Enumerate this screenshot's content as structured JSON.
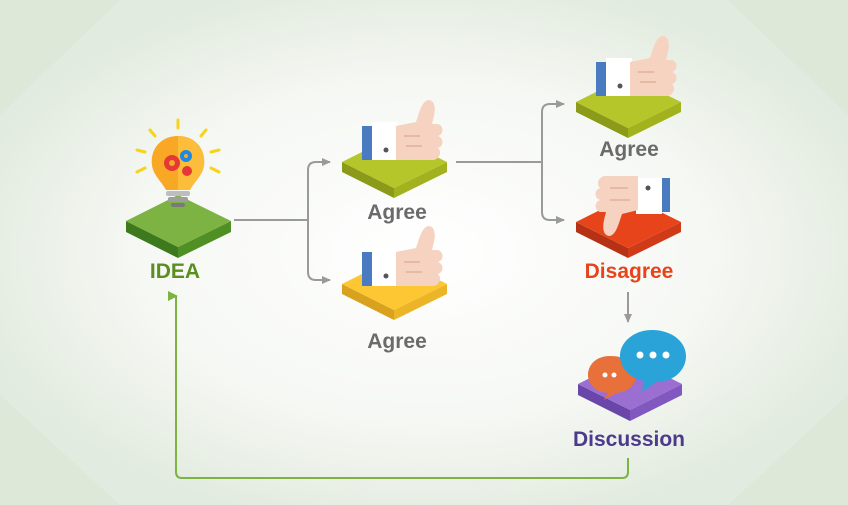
{
  "nodes": {
    "idea": {
      "label": "IDEA",
      "color": "#5a8f1f",
      "tile": "#7cb342"
    },
    "agree_top": {
      "label": "Agree",
      "color": "#6b6b6b",
      "tile": "#b5c62a"
    },
    "agree_bottom": {
      "label": "Agree",
      "color": "#6b6b6b",
      "tile": "#fcc733"
    },
    "agree_right": {
      "label": "Agree",
      "color": "#6b6b6b",
      "tile": "#b5c62a"
    },
    "disagree": {
      "label": "Disagree",
      "color": "#e8441c",
      "tile": "#e8441c"
    },
    "discussion": {
      "label": "Discussion",
      "color": "#4c3a8c",
      "tile": "#9b6fd1"
    }
  },
  "icons": {
    "idea": "lightbulb-gears-icon",
    "agree": "thumbs-up-icon",
    "disagree": "thumbs-down-icon",
    "discussion": "speech-bubbles-icon"
  },
  "connector_colors": {
    "flow": "#9a9a9a",
    "loop": "#7cb342"
  }
}
